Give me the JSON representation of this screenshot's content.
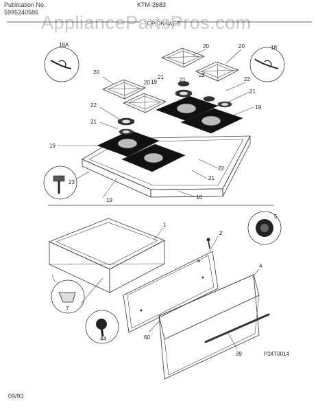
{
  "header": {
    "publication_label": "Publication No.",
    "publication_number": "5995240586",
    "model": "KTM-2683",
    "section_title": "TOP/DRAWER"
  },
  "watermark": "AppliancePartsPros.com",
  "footer": {
    "date": "09/93"
  },
  "diagram_code": "P24T0014",
  "top_labels": {
    "l18a": "18A",
    "l18": "18",
    "l20a": "20",
    "l20b": "20",
    "l20c": "20",
    "l20d": "20",
    "l22a": "22",
    "l22b": "22",
    "l22c": "22",
    "l22d": "22",
    "l21a": "21",
    "l21b": "21",
    "l21c": "21",
    "l21d": "21",
    "l21e": "21",
    "l19a": "19",
    "l19b": "19",
    "l19c": "19",
    "l23": "23",
    "l16": "16"
  },
  "bottom_labels": {
    "l1": "1",
    "l2": "2",
    "l4": "4",
    "l5": "5",
    "l7": "7",
    "l39": "39",
    "l44": "44",
    "l60": "60"
  }
}
